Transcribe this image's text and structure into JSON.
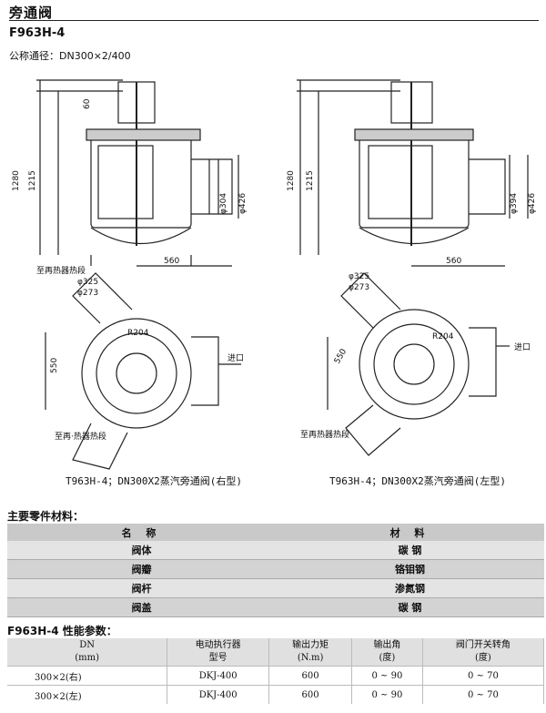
{
  "header": {
    "title": "旁通阀",
    "model": "F963H-4",
    "nominal_size": "公称通径：DN300×2/400"
  },
  "drawing": {
    "left_labels": {
      "dim_1280": "1280",
      "dim_1215": "1215",
      "dim_60": "60",
      "dim_560": "560",
      "dim_304": "φ304",
      "dim_426": "φ426",
      "to_reheater_1": "至再热器热段",
      "phi_325": "φ325",
      "phi_273": "φ273",
      "dim_550": "550",
      "inlet": "进口",
      "r2": "R204",
      "to_reheater_2": "至再·热器热段"
    },
    "right_labels": {
      "dim_1280": "1280",
      "dim_1215": "1215",
      "dim_560": "560",
      "dim_394": "φ394",
      "dim_426": "φ426",
      "phi_325": "φ325",
      "phi_273": "φ273",
      "dim_550": "550",
      "r2": "R204",
      "inlet": "进口",
      "to_reheater": "至再热器热段"
    },
    "caption_left": "T963H-4；DN300X2蒸汽旁通阀(右型)",
    "caption_right": "T963H-4；DN300X2蒸汽旁通阀(左型)"
  },
  "materials": {
    "heading": "主要零件材料：",
    "columns": [
      "名  称",
      "材  料"
    ],
    "rows": [
      {
        "name": "阀体",
        "material": "碳  钢"
      },
      {
        "name": "阀瓣",
        "material": "铬钼钢"
      },
      {
        "name": "阀杆",
        "material": "渗氮钢"
      },
      {
        "name": "阀盖",
        "material": "碳  钢"
      }
    ]
  },
  "performance": {
    "heading": "F963H-4 性能参数：",
    "columns": [
      {
        "l1": "DN",
        "l2": "(mm)"
      },
      {
        "l1": "电动执行器",
        "l2": "型号"
      },
      {
        "l1": "输出力矩",
        "l2": "(N.m)"
      },
      {
        "l1": "输出角",
        "l2": "(度)"
      },
      {
        "l1": "阀门开关转角",
        "l2": "(度)"
      }
    ],
    "rows": [
      [
        "300×2(右)",
        "DKJ-400",
        "600",
        "0 ~ 90",
        "0 ~ 70"
      ],
      [
        "300×2(左)",
        "DKJ-400",
        "600",
        "0 ~ 90",
        "0 ~ 70"
      ]
    ]
  }
}
